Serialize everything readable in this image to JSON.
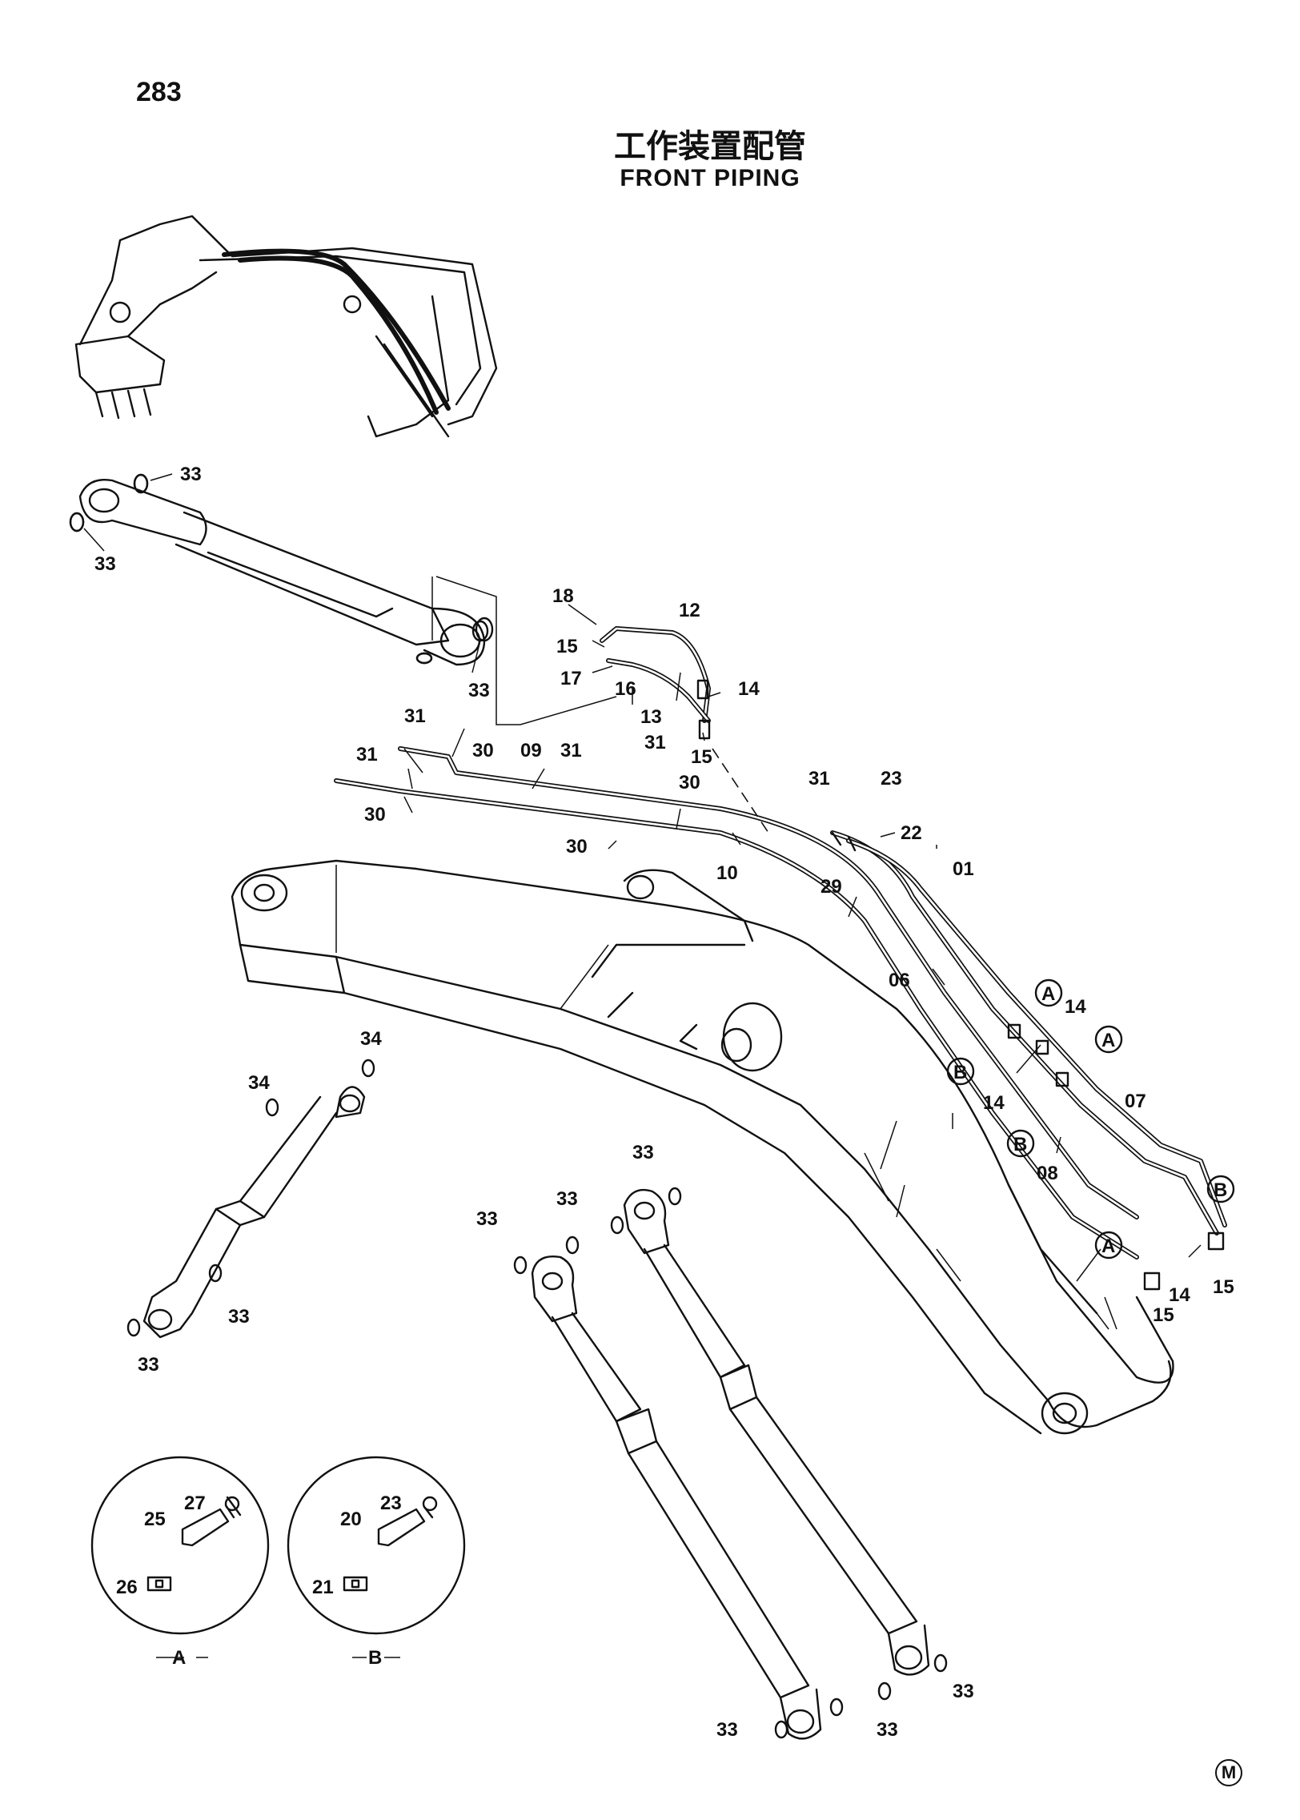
{
  "page_number": "283",
  "title_cn": "工作装置配管",
  "title_en": "FRONT PIPING",
  "footer_mark": "M",
  "callouts": {
    "c01": "01",
    "c06": "06",
    "c07": "07",
    "c08": "08",
    "c09": "09",
    "c10": "10",
    "c12": "12",
    "c13": "13",
    "c14": "14",
    "c15": "15",
    "c16": "16",
    "c17": "17",
    "c18": "18",
    "c20": "20",
    "c21": "21",
    "c22": "22",
    "c23": "23",
    "c25": "25",
    "c26": "26",
    "c27": "27",
    "c29": "29",
    "c30": "30",
    "c31": "31",
    "c33": "33",
    "c34": "34"
  },
  "detail_markers": {
    "a": "A",
    "b": "B"
  }
}
